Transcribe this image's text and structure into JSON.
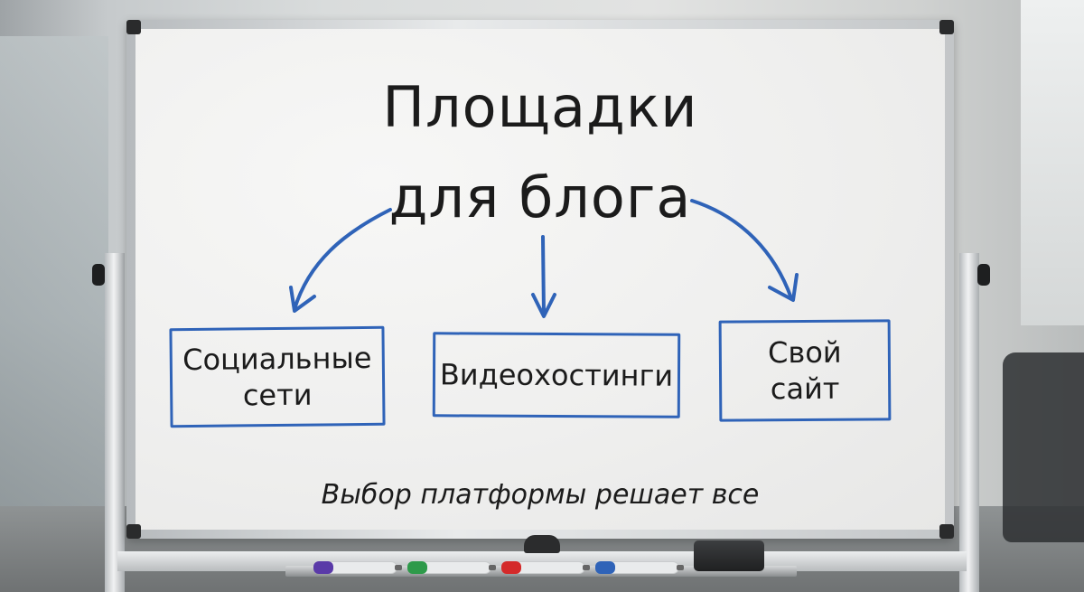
{
  "board": {
    "title_line1": "Площадки",
    "title_line2": "для блога",
    "platforms": [
      {
        "label": "Социальные\nсети"
      },
      {
        "label": "Видеохостинги"
      },
      {
        "label": "Свой\nсайт"
      }
    ],
    "caption": "Выбор платформы решает все"
  },
  "colors": {
    "ink_black": "#1b1b1b",
    "ink_blue": "#2f63b8"
  },
  "markers": [
    {
      "color": "#5a3aa8"
    },
    {
      "color": "#2e9a4a"
    },
    {
      "color": "#d42a2a"
    },
    {
      "color": "#2f63b8"
    }
  ]
}
